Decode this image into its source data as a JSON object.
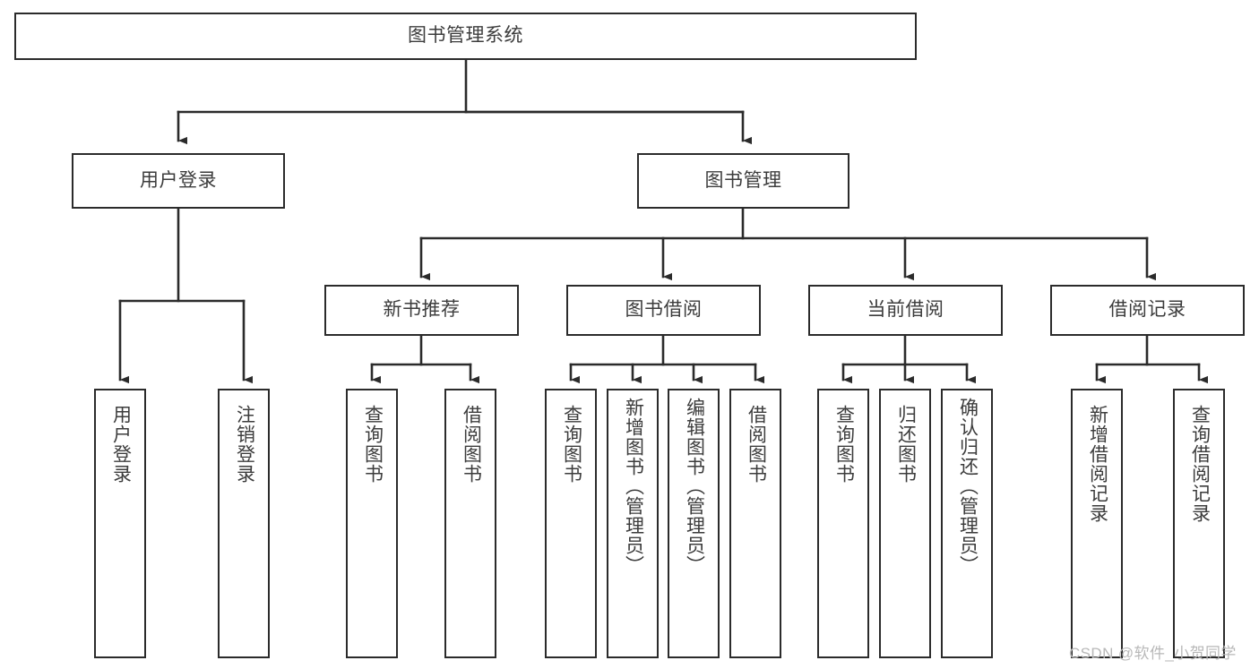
{
  "diagram": {
    "title": "图书管理系统",
    "type": "tree-hierarchy",
    "watermark": "CSDN @软件_小贺同学",
    "colors": {
      "border": "#2b2b2b",
      "text": "#3c3c3c",
      "background": "#ffffff",
      "edge": "#2b2b2b",
      "watermark": "#b8b8b8"
    },
    "nodes": {
      "root": {
        "label": "图书管理系统"
      },
      "level2": [
        {
          "id": "user-login",
          "label": "用户登录"
        },
        {
          "id": "book-management",
          "label": "图书管理"
        }
      ],
      "level3": [
        {
          "id": "new-book-recommend",
          "label": "新书推荐"
        },
        {
          "id": "book-borrow",
          "label": "图书借阅"
        },
        {
          "id": "current-borrow",
          "label": "当前借阅"
        },
        {
          "id": "borrow-record",
          "label": "借阅记录"
        }
      ],
      "leaves": {
        "user-login": [
          {
            "id": "leaf-user-login",
            "label": "用户登录"
          },
          {
            "id": "leaf-logout-login",
            "label": "注销登录"
          }
        ],
        "new-book-recommend": [
          {
            "id": "leaf-query-book-1",
            "label": "查询图书"
          },
          {
            "id": "leaf-borrow-book-1",
            "label": "借阅图书"
          }
        ],
        "book-borrow": [
          {
            "id": "leaf-query-book-2",
            "label": "查询图书"
          },
          {
            "id": "leaf-add-book",
            "label": "新增图书（管理员）"
          },
          {
            "id": "leaf-edit-book",
            "label": "编辑图书（管理员）"
          },
          {
            "id": "leaf-borrow-book-2",
            "label": "借阅图书"
          }
        ],
        "current-borrow": [
          {
            "id": "leaf-query-book-3",
            "label": "查询图书"
          },
          {
            "id": "leaf-return-book",
            "label": "归还图书"
          },
          {
            "id": "leaf-confirm-return",
            "label": "确认归还（管理员）"
          }
        ],
        "borrow-record": [
          {
            "id": "leaf-add-record",
            "label": "新增借阅记录"
          },
          {
            "id": "leaf-query-record",
            "label": "查询借阅记录"
          }
        ]
      }
    }
  }
}
